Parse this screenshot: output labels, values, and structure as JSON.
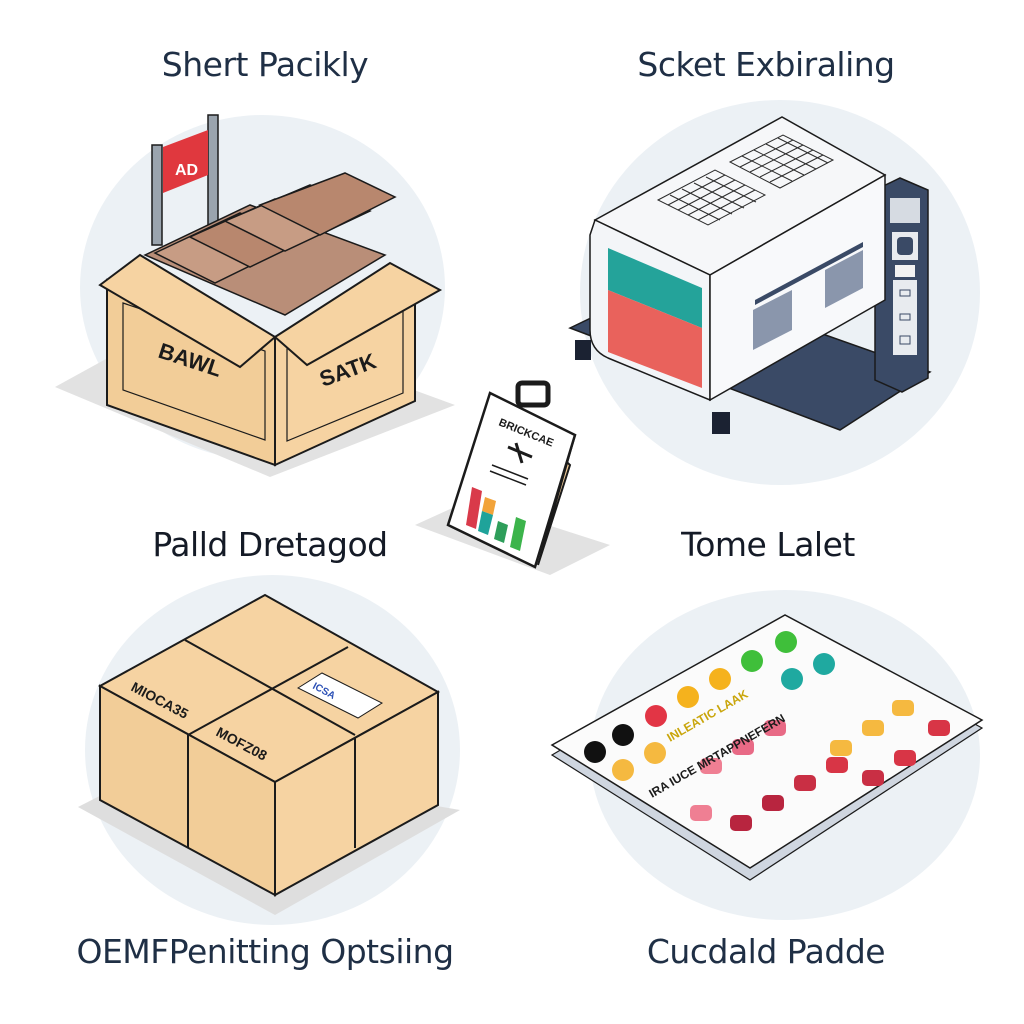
{
  "panels": [
    {
      "id": "top-left",
      "title": "Shert Pacikly",
      "illustration": "open-cardboard-box-with-boards",
      "flag_text": "AD",
      "box_text_left": "BAWL",
      "box_text_right": "SATK"
    },
    {
      "id": "top-right",
      "title": "Scket Exbiraling",
      "illustration": "industrial-machine-with-control-tower"
    },
    {
      "id": "middle-left",
      "title": "Palld Dretagod",
      "illustration": "sealed-cardboard-box-below"
    },
    {
      "id": "middle-right",
      "title": "Tome Lalet",
      "illustration": "color-swatch-tray-below"
    },
    {
      "id": "bottom-left",
      "title": "OEMFPenitting Optsiing",
      "illustration": "sealed-cardboard-box",
      "box_text_1": "MIOCA35",
      "box_text_2": "MOFZ08",
      "label_sticker": "ICSA"
    },
    {
      "id": "bottom-right",
      "title": "Cucdald Padde",
      "illustration": "color-swatch-tray",
      "tray_text_1": "INLEATIC LAAK",
      "tray_text_2": "IRA IUCE MRTAPPNEFERN"
    }
  ],
  "center_sign": {
    "illustration": "a-frame-sign-with-bar-chart",
    "heading": "BRICKCAE",
    "bar_colors": [
      "#d93a4a",
      "#f2a33a",
      "#1fa39a",
      "#2e9e5a",
      "#3cb44b"
    ]
  },
  "colors": {
    "halo": "#ecf1f5",
    "cardboard": "#f6d3a2",
    "cardboard_shade": "#e2b987",
    "outline": "#1b1b1b",
    "machine_navy": "#3a4a66",
    "teal": "#24a39a",
    "coral": "#e9625c",
    "label_text": "#1f2f45"
  }
}
